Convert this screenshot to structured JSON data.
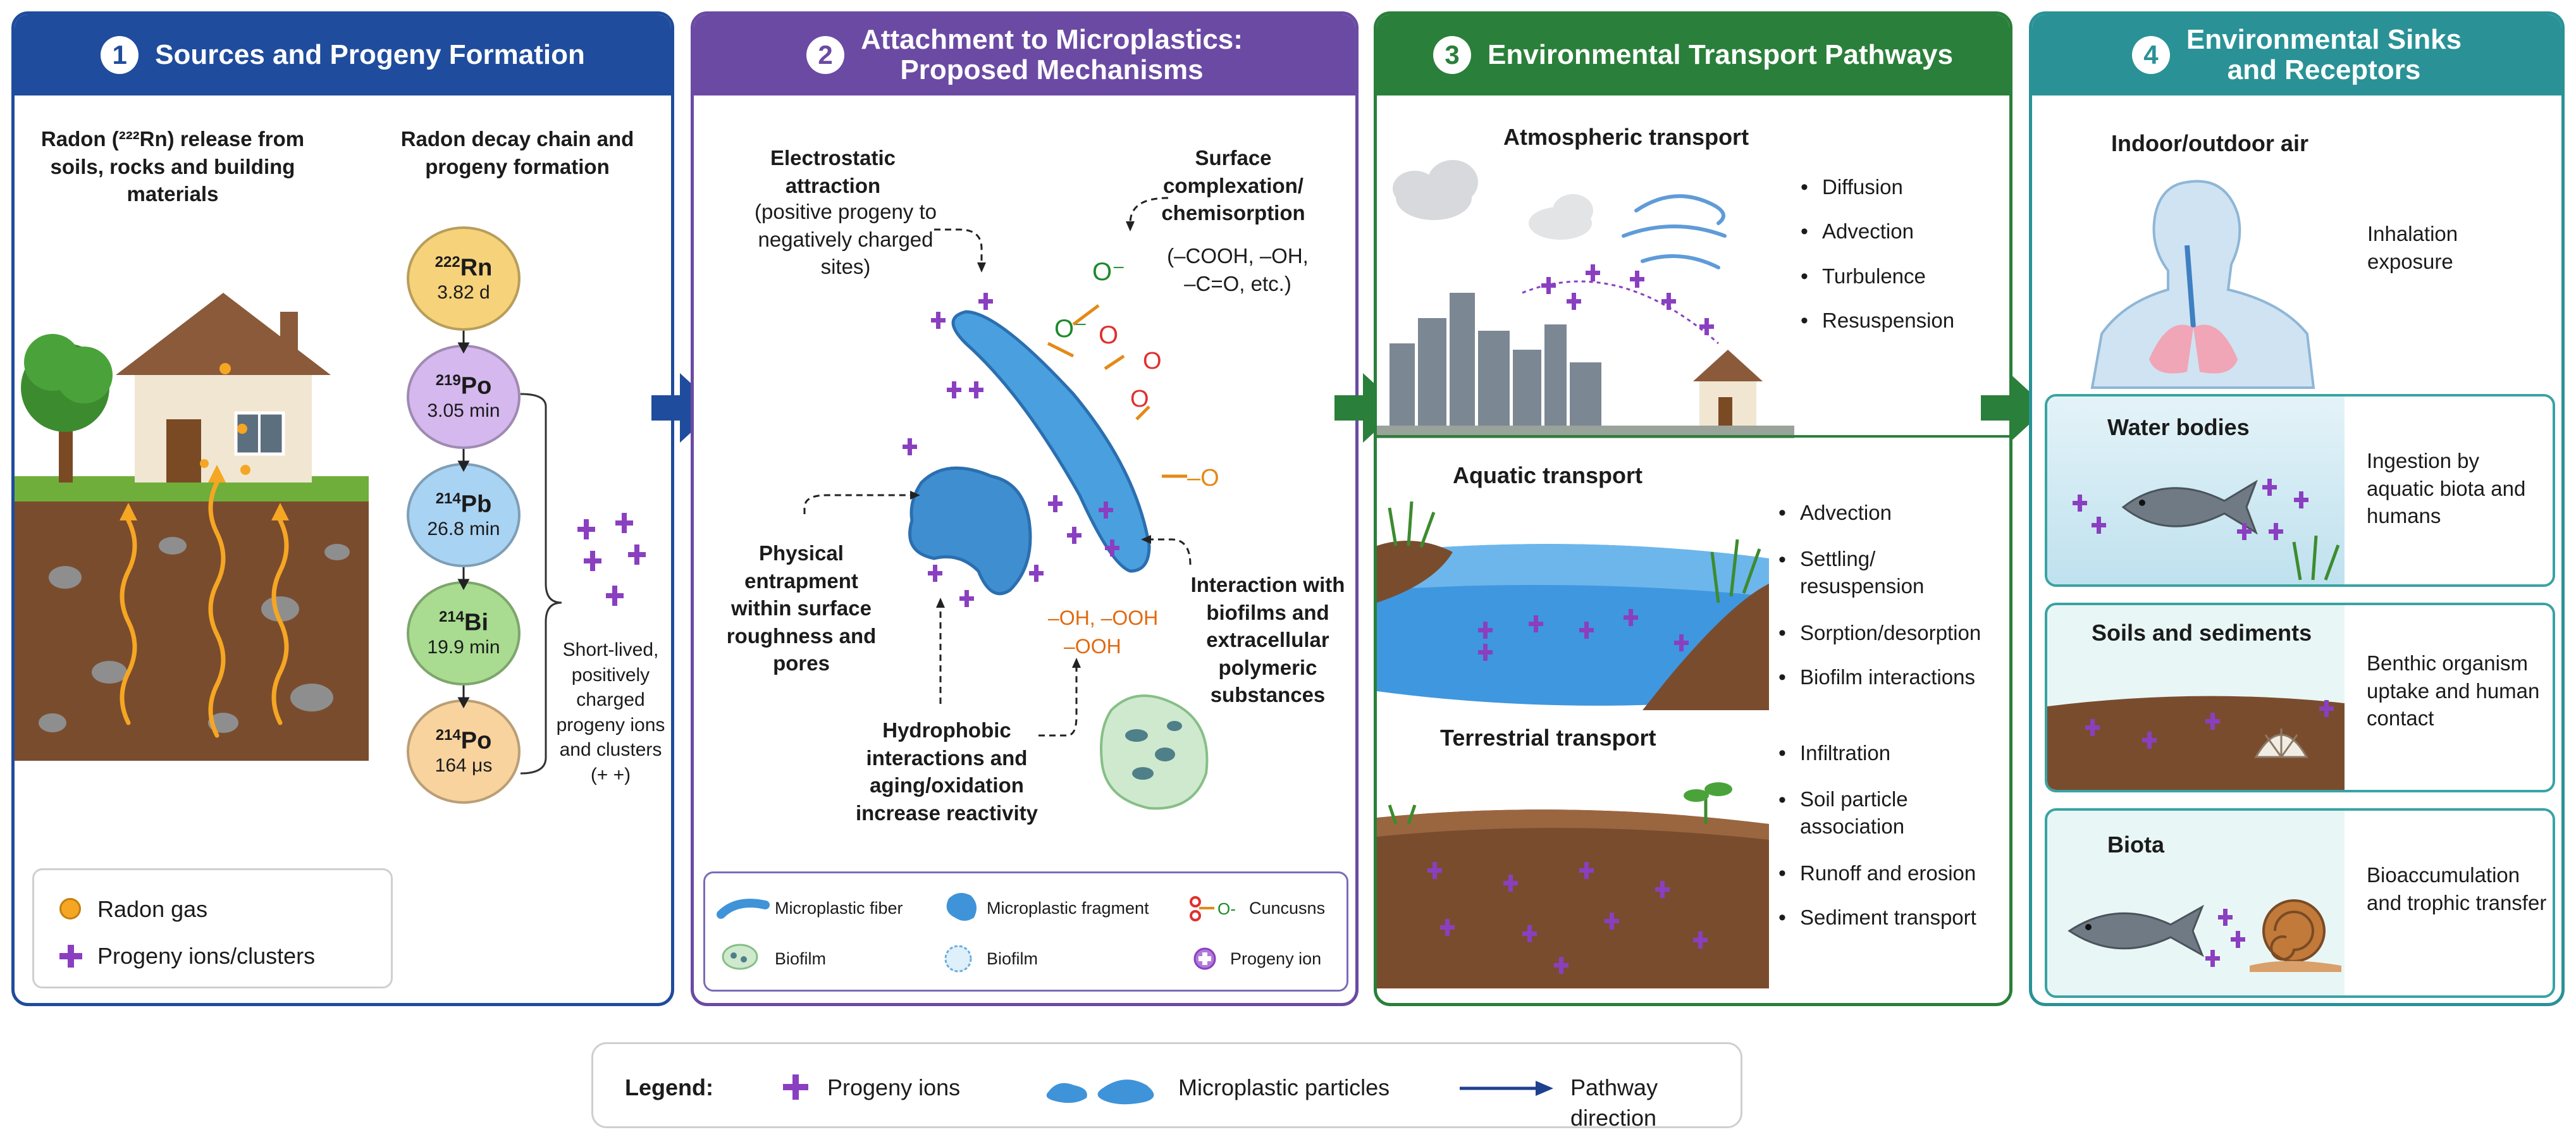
{
  "panel1": {
    "number": "1",
    "title": "Sources and Progeny Formation",
    "release_text": "Radon (²²²Rn) release from soils, rocks and building materials",
    "chain_title": "Radon decay chain and progeny formation",
    "chain": [
      {
        "sup": "222",
        "sym": "Rn",
        "half_life": "3.82 d",
        "color": "#f6d27a"
      },
      {
        "sup": "219",
        "sym": "Po",
        "half_life": "3.05 min",
        "color": "#d5b8ee"
      },
      {
        "sup": "214",
        "sym": "Pb",
        "half_life": "26.8 min",
        "color": "#a9d3f3"
      },
      {
        "sup": "214",
        "sym": "Bi",
        "half_life": "19.9 min",
        "color": "#a9dc91"
      },
      {
        "sup": "214",
        "sym": "Po",
        "half_life": "164 μs",
        "color": "#f9d39e"
      }
    ],
    "progeny_note": "Short-lived, positively charged progeny ions and clusters (+ +)",
    "legend": {
      "radon": "Radon gas",
      "progeny": "Progeny ions/clusters"
    }
  },
  "panel2": {
    "number": "2",
    "title_line1": "Attachment to Microplastics:",
    "title_line2": "Proposed Mechanisms",
    "electrostatic_title": "Electrostatic attraction",
    "electrostatic_detail": "(positive progeny to negatively charged sites)",
    "surface_title": "Surface complexation/ chemisorption",
    "surface_detail": "(–COOH, –OH, –C=O, etc.)",
    "physical": "Physical entrapment within surface roughness and pores",
    "hydrophobic": "Hydrophobic interactions and aging/oxidation increase reactivity",
    "biofilm": "Interaction with biofilms and extracellular polymeric substances",
    "groups_1": "–OH, –OOH",
    "groups_2": "–OOH",
    "o_minus": "O⁻",
    "o_label": "O",
    "minus_o": "–O",
    "legend": {
      "fiber": "Microplastic fiber",
      "fragment": "Microplastic fragment",
      "cuncusns": "Cuncusns",
      "biofilm1": "Biofilm",
      "biofilm2": "Biofilm",
      "progeny": "Progeny ion"
    }
  },
  "panel3": {
    "number": "3",
    "title": "Environmental Transport Pathways",
    "atmospheric": {
      "title": "Atmospheric transport",
      "items": [
        "Diffusion",
        "Advection",
        "Turbulence",
        "Resuspension"
      ]
    },
    "aquatic": {
      "title": "Aquatic transport",
      "items": [
        "Advection",
        "Settling/ resuspension",
        "Sorption/desorption",
        "Biofilm interactions"
      ]
    },
    "terrestrial": {
      "title": "Terrestrial transport",
      "items": [
        "Infiltration",
        "Soil particle association",
        "Runoff and erosion",
        "Sediment transport"
      ]
    }
  },
  "panel4": {
    "number": "4",
    "title_line1": "Environmental Sinks",
    "title_line2": "and Receptors",
    "air": {
      "title": "Indoor/outdoor air",
      "text": "Inhalation exposure"
    },
    "water": {
      "title": "Water bodies",
      "text": "Ingestion by aquatic biota and humans"
    },
    "soils": {
      "title": "Soils and sediments",
      "text": "Benthic organism uptake and human contact"
    },
    "biota": {
      "title": "Biota",
      "text": "Bioaccumulation and trophic transfer"
    }
  },
  "legend": {
    "title": "Legend:",
    "progeny": "Progeny ions",
    "microplastic": "Microplastic particles",
    "pathway": "Pathway direction"
  },
  "colors": {
    "panel1": "#1f4c9c",
    "panel2": "#6b4aa3",
    "panel3": "#2a7f3a",
    "panel4": "#2a9296",
    "progeny": "#8a3fc0",
    "microplastic": "#3f93d8",
    "pathway": "#1f3f8f"
  }
}
